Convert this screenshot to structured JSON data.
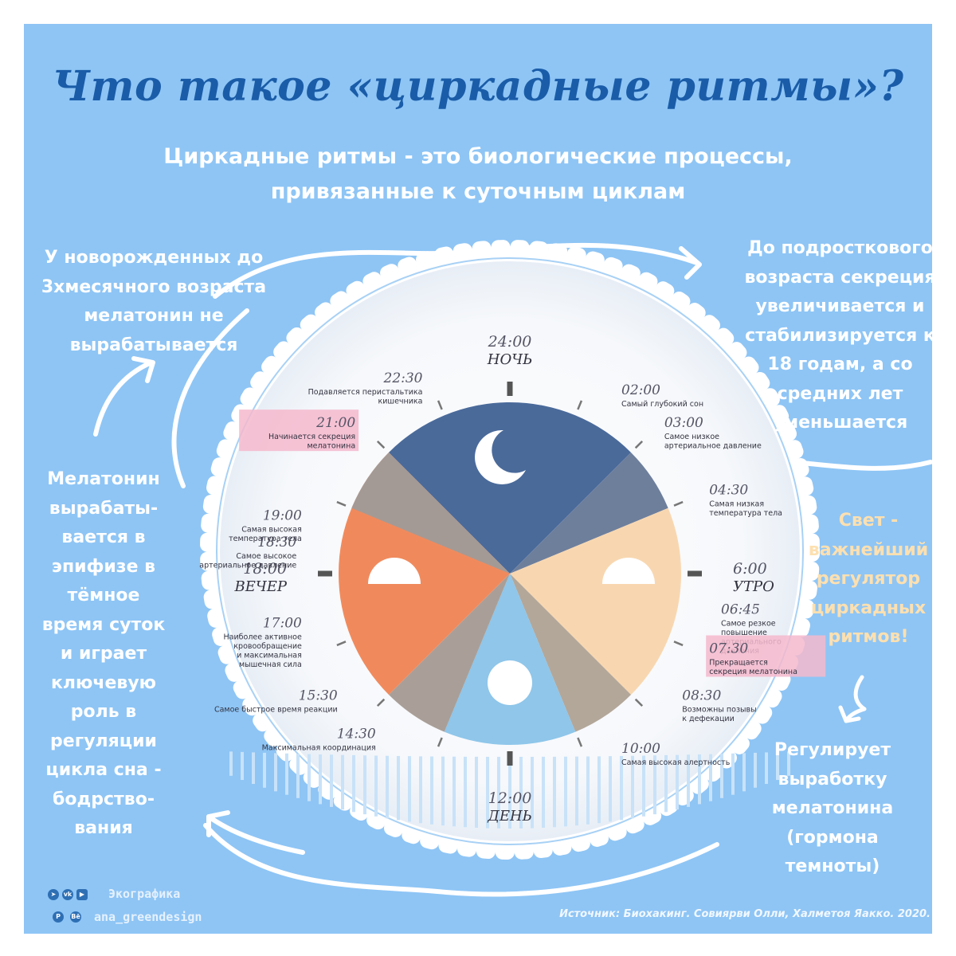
{
  "title": "Что такое «циркадные ритмы»?",
  "subtitle": "Циркадные ритмы - это биологические процессы, привязанные к суточным циклам",
  "left_top_note": "У новорожденных до\n3хмесячного возраста\nмелатонин не\nвырабатывается",
  "left_mid_note": "Мелатонин\nвырабаты-\nвается в\nэпифизе в\nтёмное\nвремя суток\nи играет\nключевую\nроль в\nрегуляции\nцикла сна -\nбодрство-\nвания",
  "right_top_note": "До подросткового\nвозраста секреция\nувеличивается и\nстабилизируется к\n18 годам, а со\nсредних лет\nуменьшается",
  "right_light_note": "Свет -\nважнейший\nрегулятор\nциркадных\nритмов!",
  "right_bottom_note": "Регулирует\nвыработку\nмелатонина\n(гормона\nтемноты)",
  "source": "Источник: Биохакинг. Совиярви Олли, Халметоя Яакко. 2020.",
  "brand": {
    "name": "Экографика",
    "handle": "ana_greendesign",
    "social_icons": [
      "telegram-icon",
      "vk-icon",
      "youtube-icon",
      "pinterest-icon",
      "behance-icon"
    ]
  },
  "colors": {
    "panel": "#8ec5f5",
    "title": "#1a5ca8",
    "light_note": "#fde0b0",
    "night": "#4a6a9a",
    "morning": "#f8d7b0",
    "day": "#8fc6ea",
    "evening": "#f08a5d",
    "highlight": "#f4b8cc"
  },
  "diagram": {
    "parts_of_day": {
      "night": "НОЧЬ",
      "morning": "УТРО",
      "day": "ДЕНЬ",
      "evening": "ВЕЧЕР"
    },
    "events": [
      {
        "time": "24:00",
        "label": ""
      },
      {
        "time": "02:00",
        "label": "Самый глубокий сон"
      },
      {
        "time": "03:00",
        "label": "Самое низкое\nартериальное давление"
      },
      {
        "time": "04:30",
        "label": "Самая низкая\nтемпература тела"
      },
      {
        "time": "6:00",
        "label": ""
      },
      {
        "time": "06:45",
        "label": "Самое резкое\nповышение\nартериального\nдавления"
      },
      {
        "time": "07:30",
        "label": "Прекращается\nсекреция мелатонина",
        "highlight": true
      },
      {
        "time": "08:30",
        "label": "Возможны позывы\nк дефекации"
      },
      {
        "time": "10:00",
        "label": "Самая высокая алертность"
      },
      {
        "time": "12:00",
        "label": ""
      },
      {
        "time": "14:30",
        "label": "Максимальная координация"
      },
      {
        "time": "15:30",
        "label": "Самое быстрое время реакции"
      },
      {
        "time": "17:00",
        "label": "Наиболее активное\nкровообращение\nи максимальная\nмышечная сила"
      },
      {
        "time": "18:00",
        "label": ""
      },
      {
        "time": "18:30",
        "label": "Самое высокое\nартериальное давление"
      },
      {
        "time": "19:00",
        "label": "Самая высокая\nтемпература тела"
      },
      {
        "time": "21:00",
        "label": "Начинается секреция\nмелатонина",
        "highlight": true
      },
      {
        "time": "22:30",
        "label": "Подавляется перистальтика\nкишечника"
      }
    ]
  }
}
